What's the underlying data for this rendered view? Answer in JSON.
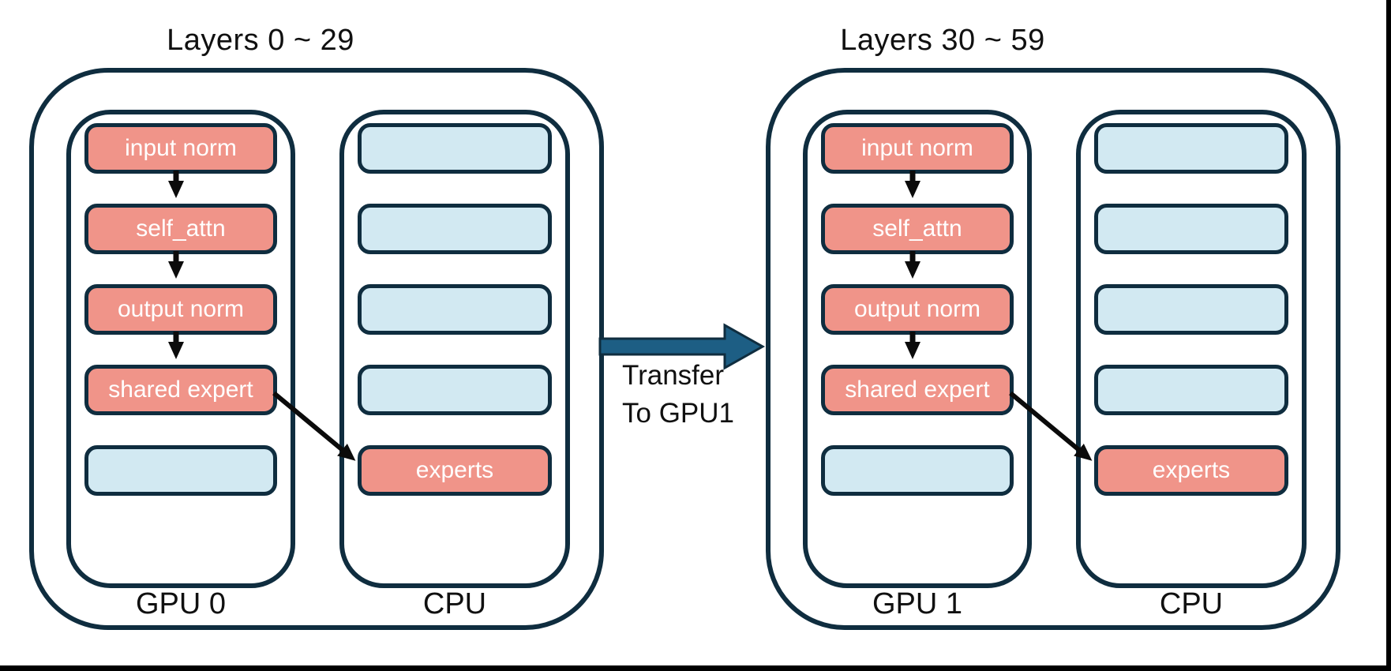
{
  "diagram": {
    "colors": {
      "outline": "#0f2d3f",
      "module_fill": "#f09489",
      "empty_slot_fill": "#d2e9f2",
      "transfer_arrow_fill": "#1d5e84",
      "flow_arrow": "#000000",
      "text": "#101010",
      "box_text": "#ffffff"
    },
    "transfer": {
      "line1": "Transfer",
      "line2": "To GPU1"
    },
    "groups": [
      {
        "title": "Layers 0 ~ 29",
        "gpu_label": "GPU 0",
        "cpu_label": "CPU",
        "gpu_box_labels": [
          "input norm",
          "self_attn",
          "output norm",
          "shared expert"
        ],
        "cpu_box_label": "experts"
      },
      {
        "title": "Layers 30 ~ 59",
        "gpu_label": "GPU 1",
        "cpu_label": "CPU",
        "gpu_box_labels": [
          "input norm",
          "self_attn",
          "output norm",
          "shared expert"
        ],
        "cpu_box_label": "experts"
      }
    ]
  }
}
